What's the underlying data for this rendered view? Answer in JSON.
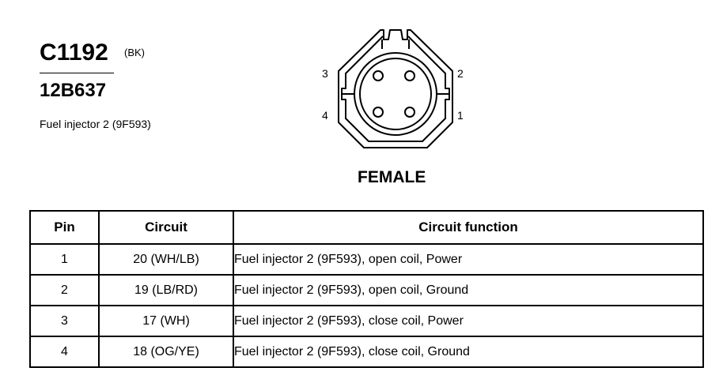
{
  "connector": {
    "id": "C1192",
    "color_code": "(BK)",
    "part_number": "12B637",
    "description": "Fuel injector 2 (9F593)",
    "gender": "FEMALE",
    "pin_labels": [
      "1",
      "2",
      "3",
      "4"
    ]
  },
  "table": {
    "headers": {
      "pin": "Pin",
      "circuit": "Circuit",
      "function": "Circuit function"
    },
    "rows": [
      {
        "pin": "1",
        "circuit": "20 (WH/LB)",
        "function": "Fuel injector 2 (9F593), open coil, Power"
      },
      {
        "pin": "2",
        "circuit": "19 (LB/RD)",
        "function": "Fuel injector 2 (9F593), open coil, Ground"
      },
      {
        "pin": "3",
        "circuit": "17 (WH)",
        "function": "Fuel injector 2 (9F593), close coil, Power"
      },
      {
        "pin": "4",
        "circuit": "18 (OG/YE)",
        "function": "Fuel injector 2 (9F593), close coil, Ground"
      }
    ]
  }
}
